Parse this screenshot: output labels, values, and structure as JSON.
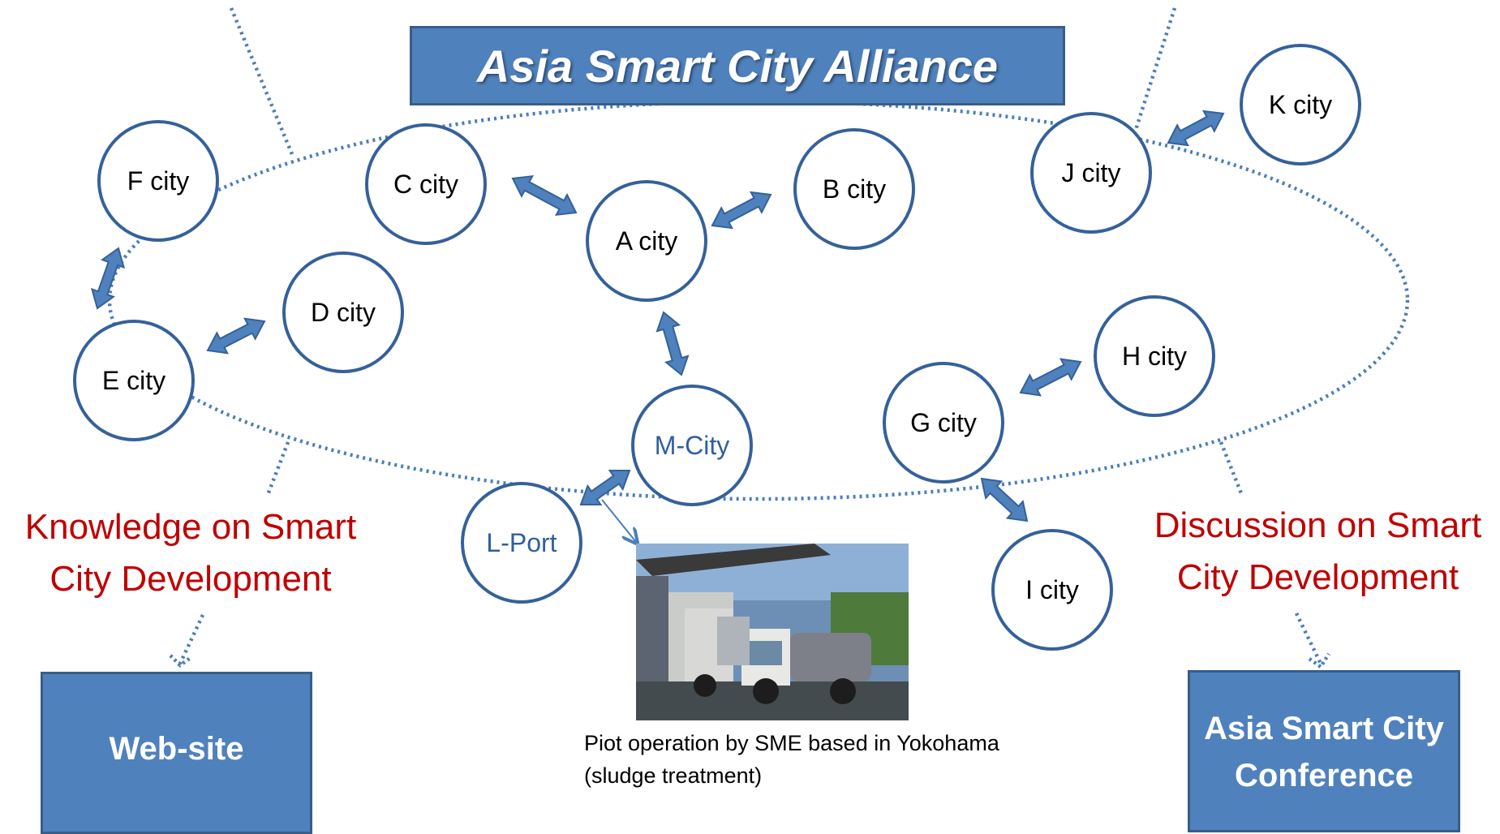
{
  "title": "Asia Smart City Alliance",
  "cities": {
    "a": "A city",
    "b": "B city",
    "c": "C city",
    "d": "D city",
    "e": "E city",
    "f": "F city",
    "g": "G city",
    "h": "H city",
    "i": "I city",
    "j": "J city",
    "k": "K city",
    "m": "M-City",
    "l": "L-Port"
  },
  "left_heading": {
    "line1": "Knowledge on Smart",
    "line2": "City Development"
  },
  "right_heading": {
    "line1": "Discussion on Smart",
    "line2": "City Development"
  },
  "website_label": "Web-site",
  "conference_label": {
    "line1": "Asia Smart City",
    "line2": "Conference"
  },
  "photo_caption": {
    "line1": "Piot operation by SME based in Yokohama",
    "line2": "(sludge treatment)"
  },
  "colors": {
    "accent_blue": "#4f81bd",
    "circle_border": "#35619a",
    "heading_red": "#c00000",
    "dotted_blue": "#4a7ebb"
  }
}
